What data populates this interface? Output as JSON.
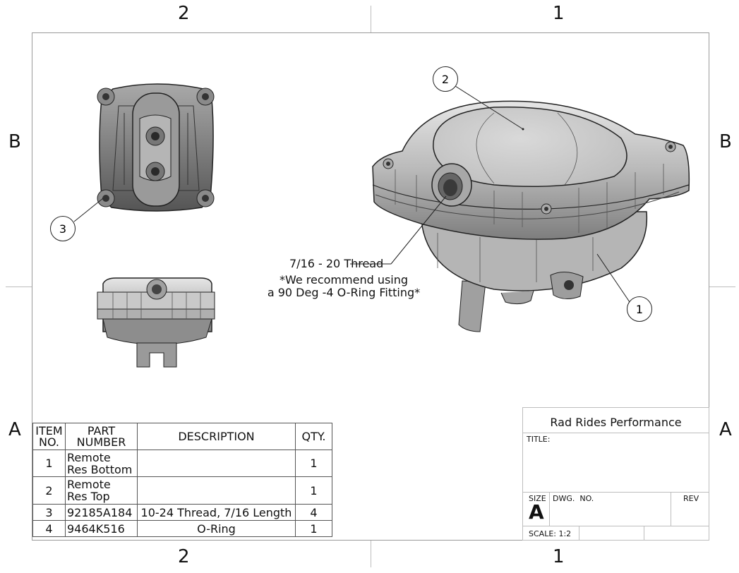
{
  "zones": {
    "top_left": "2",
    "top_right": "1",
    "bottom_left": "2",
    "bottom_right": "1",
    "left_upper": "B",
    "left_lower": "A",
    "right_upper": "B",
    "right_lower": "A"
  },
  "balloons": {
    "item1": "1",
    "item2": "2",
    "item3": "3"
  },
  "annotation": {
    "thread": "7/16 - 20 Thread",
    "note_line1": "*We recommend using",
    "note_line2": "a 90 Deg -4 O-Ring Fitting*"
  },
  "bom": {
    "headers": {
      "item_line1": "ITEM",
      "item_line2": "NO.",
      "part_line1": "PART",
      "part_line2": "NUMBER",
      "description": "DESCRIPTION",
      "qty": "QTY."
    },
    "rows": [
      {
        "item": "1",
        "part_line1": "Remote",
        "part_line2": "Res Bottom",
        "description": "",
        "qty": "1"
      },
      {
        "item": "2",
        "part_line1": "Remote",
        "part_line2": "Res Top",
        "description": "",
        "qty": "1"
      },
      {
        "item": "3",
        "part": "92185A184",
        "description": "10-24 Thread, 7/16 Length",
        "qty": "4"
      },
      {
        "item": "4",
        "part": "9464K516",
        "description": "O-Ring",
        "qty": "1"
      }
    ]
  },
  "title_block": {
    "company": "Rad Rides Performance",
    "title_label": "TITLE:",
    "size_label": "SIZE",
    "size_value": "A",
    "dwg_label": "DWG.  NO.",
    "rev_label": "REV",
    "scale": "SCALE: 1:2"
  }
}
